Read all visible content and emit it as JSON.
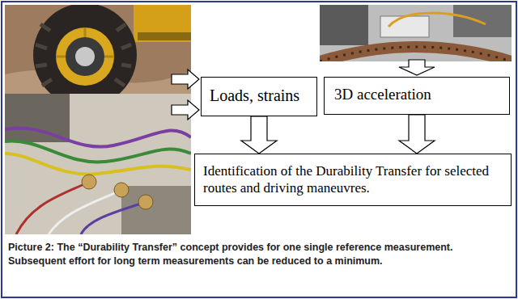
{
  "diagram": {
    "caption": "Picture 2: The “Durability Transfer” concept provides for one single reference measurement. Subsequent effort for long term measurements can be reduced to a minimum.",
    "nodes": [
      {
        "text": [
          "Loads, strains"
        ]
      },
      {
        "text": [
          "3D acceleration"
        ]
      },
      {
        "text": [
          "Identification of the Durability Transfer for selected routes and driving maneuvres."
        ]
      }
    ],
    "edges": [
      {
        "from": 0,
        "to": 2,
        "arrow": "to"
      },
      {
        "from": 1,
        "to": 2,
        "arrow": "to"
      }
    ]
  }
}
